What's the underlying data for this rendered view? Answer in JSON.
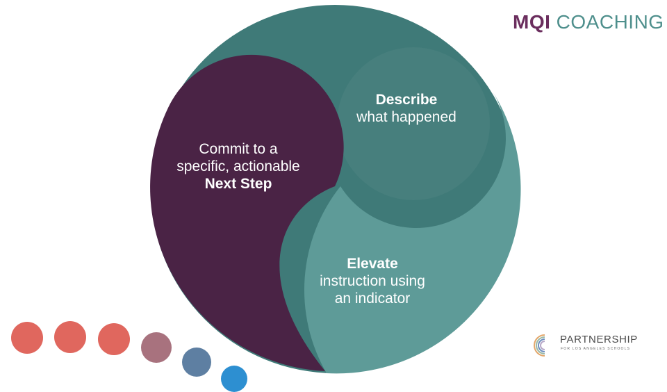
{
  "slide": {
    "colors": {
      "outer_teal": "#3f7a78",
      "describe_teal": "#467e7c",
      "elevate_teal": "#5e9b98",
      "next_step_plum": "#4a2345",
      "text": "#ffffff"
    },
    "segments": [
      {
        "id": "describe",
        "bold": "Describe",
        "lines": [
          "what happened"
        ]
      },
      {
        "id": "next_step",
        "lines_before": [
          "Commit to a",
          "specific, actionable"
        ],
        "bold": "Next Step"
      },
      {
        "id": "elevate",
        "bold": "Elevate",
        "lines": [
          "instruction using",
          "an indicator"
        ]
      }
    ]
  },
  "logos": {
    "top": {
      "word1": "MQI",
      "word2": "COACHING",
      "icon": "aperture-icon"
    },
    "bottom": {
      "name": "PARTNERSHIP",
      "subtitle": "FOR LOS ANGELES SCHOOLS",
      "icon": "partnership-rings-icon"
    }
  },
  "decor": {
    "dots": [
      {
        "color": "#e0675e"
      },
      {
        "color": "#e0675e"
      },
      {
        "color": "#e0675e"
      },
      {
        "color": "#a8727e"
      },
      {
        "color": "#5e7fa2"
      },
      {
        "color": "#2d8fd1"
      }
    ]
  }
}
